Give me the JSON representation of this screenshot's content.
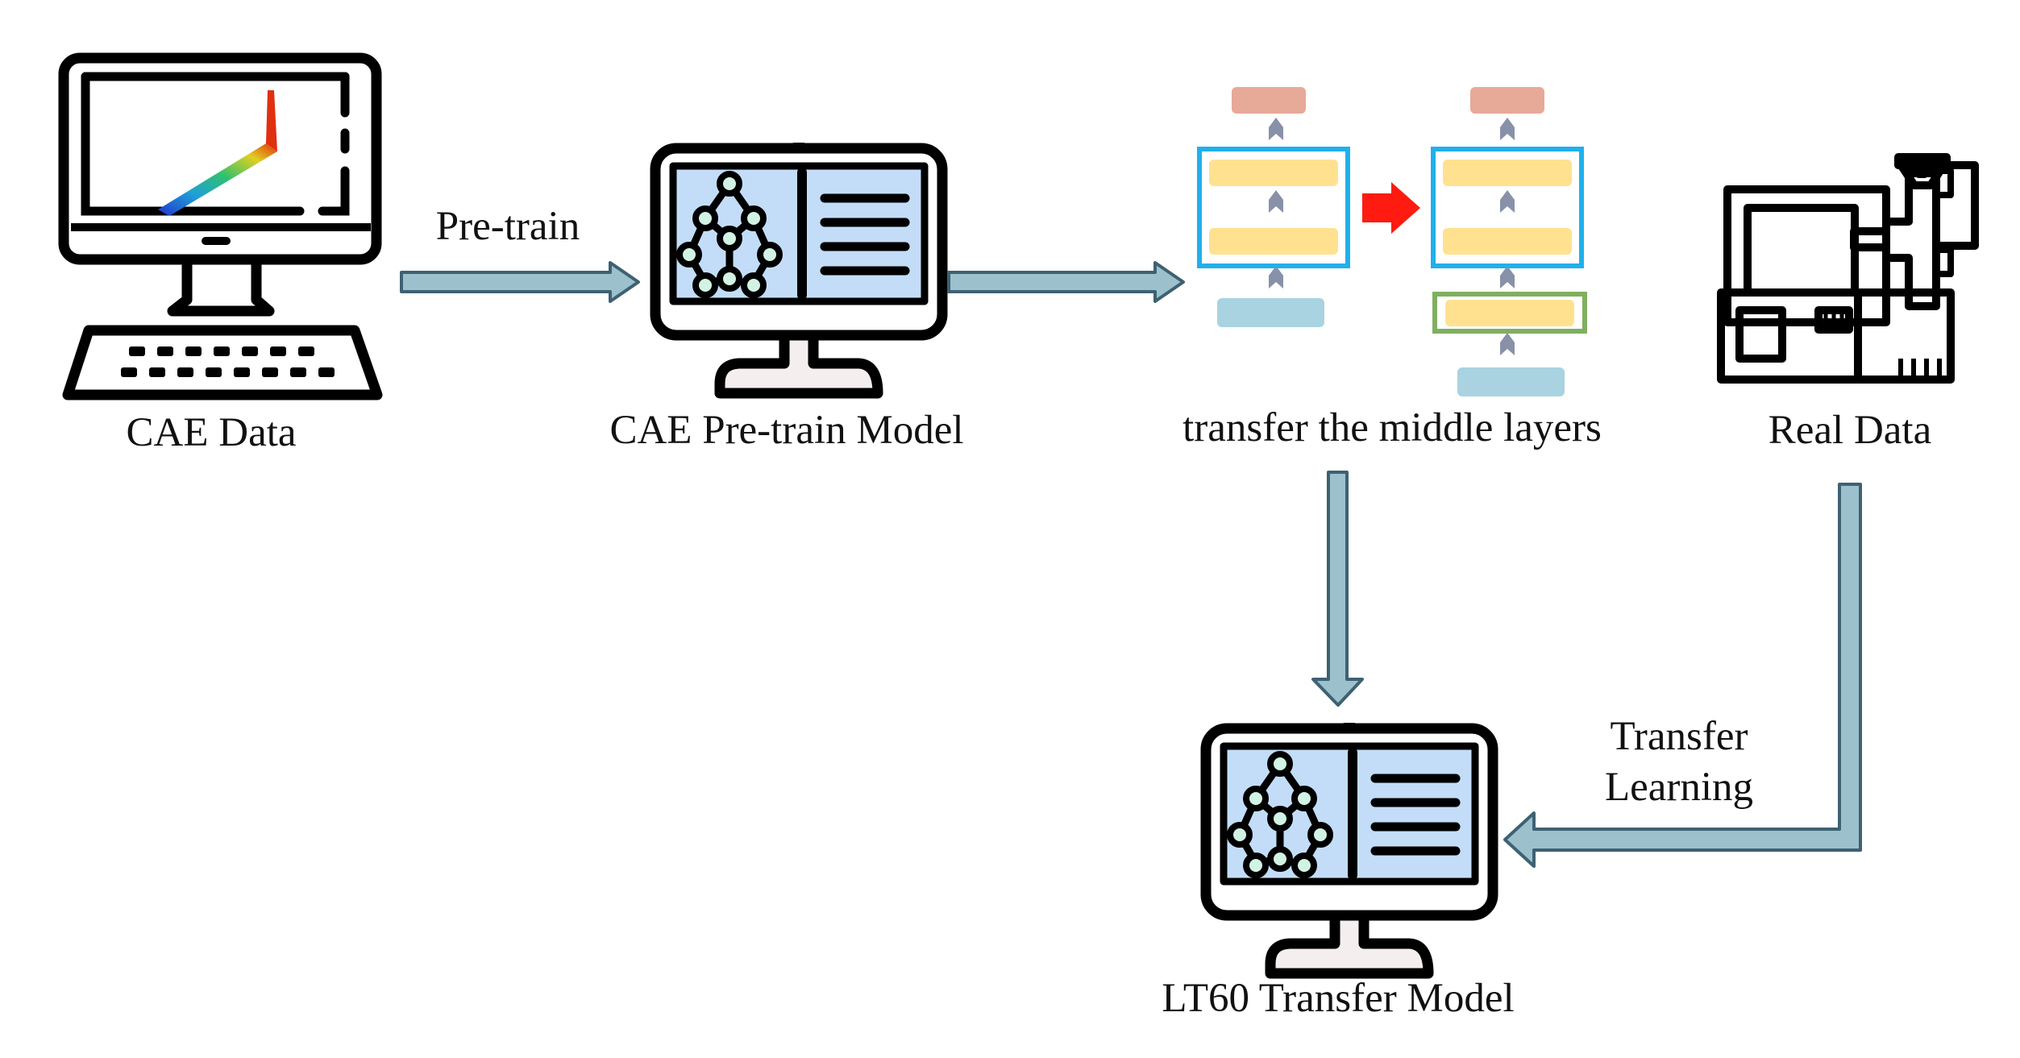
{
  "labels": {
    "cae_data": "CAE Data",
    "pretrain": "Pre-train",
    "pretrain_model": "CAE Pre-train Model",
    "transfer_layers": "transfer the middle layers",
    "real_data": "Real Data",
    "transfer_learning_line1": "Transfer",
    "transfer_learning_line2": "Learning",
    "transfer_model": "LT60 Transfer Model"
  },
  "icons": {
    "cae_computer": "desktop-computer-with-simulation-icon",
    "pretrain_model": "neural-network-monitor-icon",
    "transfer_model": "neural-network-monitor-icon",
    "real_data": "injection-molding-machine-icon",
    "network_left": "network-layer-stack-icon",
    "network_right": "network-layer-stack-icon"
  },
  "colors": {
    "arrow_fill": "#9CC1CC",
    "arrow_stroke": "#3E6173",
    "red_arrow": "#FF1B10",
    "screen_blue": "#C3DDF8",
    "layer_pink": "#E7A998",
    "layer_yellow": "#FFE190",
    "layer_blue_input": "#A9D3E1",
    "highlight_blue": "#20B0EC",
    "highlight_green": "#80AF60",
    "node_green": "#D2F3E4"
  }
}
